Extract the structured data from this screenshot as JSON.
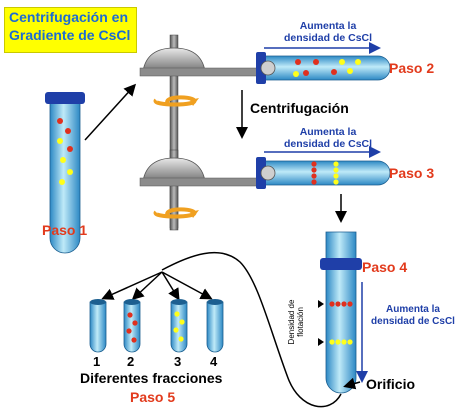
{
  "title": {
    "line1": "Centrifugación en",
    "line2": "Gradiente de CsCl"
  },
  "steps": {
    "p1": "Paso 1",
    "p2": "Paso 2",
    "p3": "Paso 3",
    "p4": "Paso 4",
    "p5": "Paso 5"
  },
  "centrifugation_label": "Centrifugación",
  "density_label_line1": "Aumenta la",
  "density_label_line2": "densidad de CsCl",
  "flotation_density_line1": "Densidad de",
  "flotation_density_line2": "flotación",
  "orifice_label": "Orificio",
  "fractions_label": "Diferentes fracciones",
  "fraction_numbers": [
    "1",
    "2",
    "3",
    "4"
  ],
  "colors": {
    "tube_light": "#bfeaf8",
    "tube_dark": "#2c88c4",
    "band": "#1f3fa8",
    "red_dot": "#e0301e",
    "yellow_dot": "#ffff1a",
    "step_text": "#e23a1c",
    "arrow_blue": "#1f3fa8",
    "swirl": "#f0a020",
    "title_bg": "#ffff00",
    "title_text": "#1c6bd3"
  }
}
